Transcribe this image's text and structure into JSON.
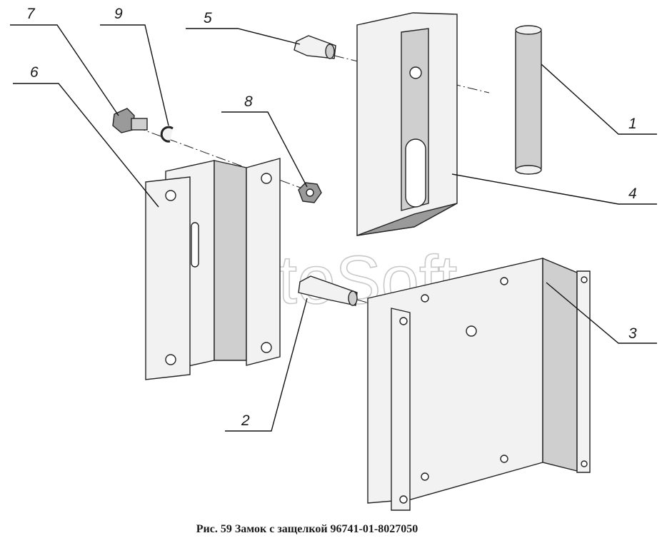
{
  "caption": "Рис. 59 Замок с защелкой 96741-01-8027050",
  "watermark": "AutoSoft",
  "callouts": [
    {
      "id": "1",
      "label": "1"
    },
    {
      "id": "2",
      "label": "2"
    },
    {
      "id": "3",
      "label": "3"
    },
    {
      "id": "4",
      "label": "4"
    },
    {
      "id": "5",
      "label": "5"
    },
    {
      "id": "6",
      "label": "6"
    },
    {
      "id": "7",
      "label": "7"
    },
    {
      "id": "8",
      "label": "8"
    },
    {
      "id": "9",
      "label": "9"
    }
  ]
}
